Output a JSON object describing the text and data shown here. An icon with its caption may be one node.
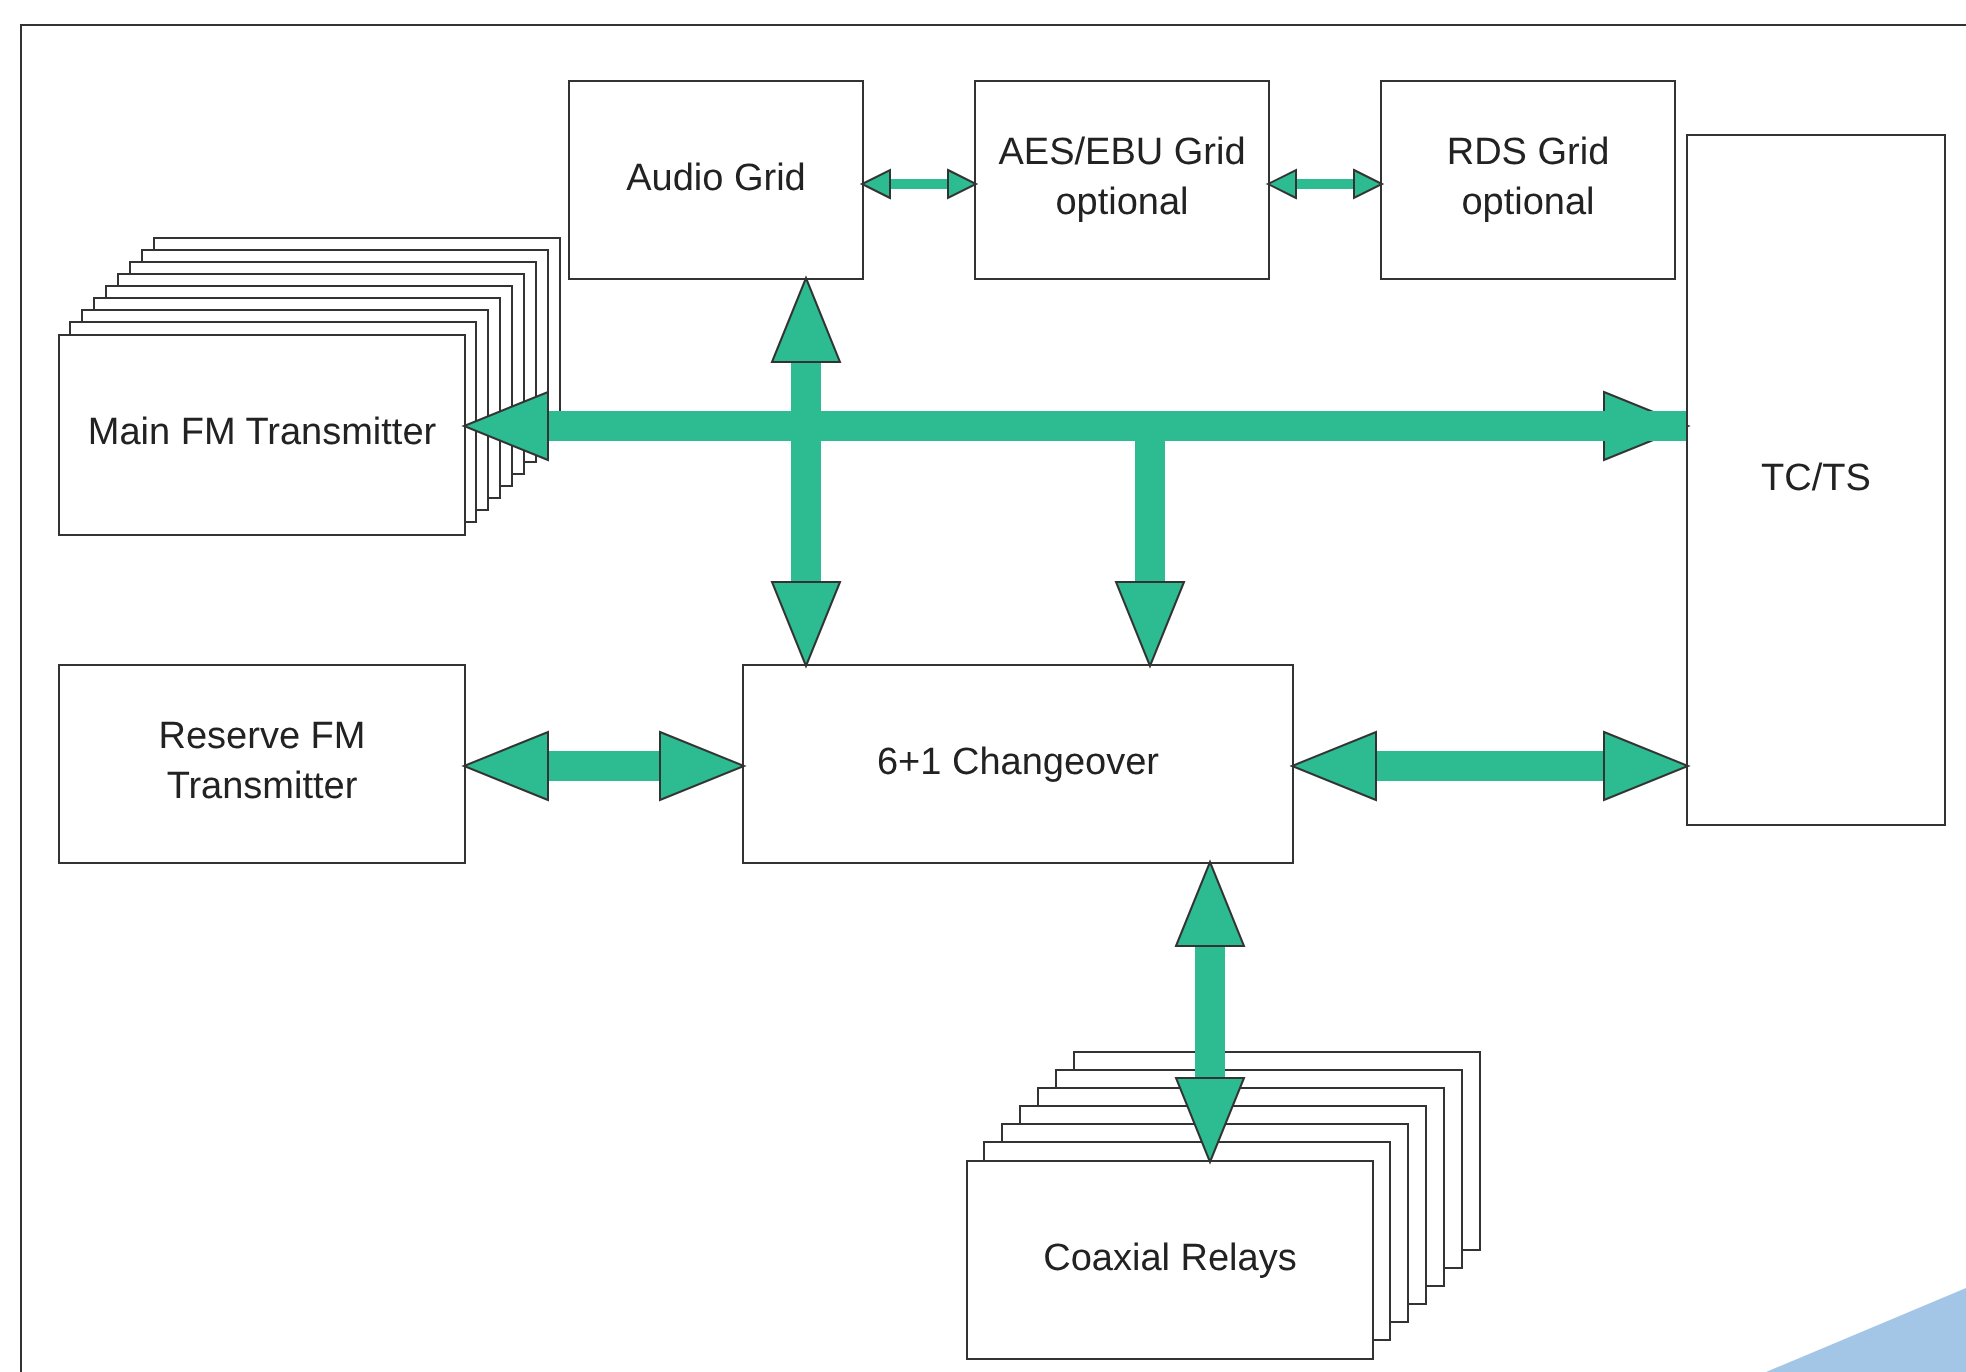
{
  "diagram": {
    "nodes": [
      {
        "text": [
          "Audio Grid"
        ]
      },
      {
        "text": [
          "AES/EBU Grid optional"
        ]
      },
      {
        "text": [
          "RDS Grid optional"
        ]
      },
      {
        "text": [
          "Main FM Transmitter"
        ]
      },
      {
        "text": [
          "TC/TS"
        ]
      },
      {
        "text": [
          "Reserve FM Transmitter"
        ]
      },
      {
        "text": [
          "6+1 Changeover"
        ]
      },
      {
        "text": [
          "Coaxial Relays"
        ]
      }
    ],
    "edges": [
      {
        "from": 0,
        "to": 1,
        "arrow": "both"
      },
      {
        "from": 1,
        "to": 2,
        "arrow": "both"
      },
      {
        "from": 3,
        "to": 4,
        "arrow": "both"
      },
      {
        "from": 0,
        "to": 6,
        "arrow": "both"
      },
      {
        "from": 4,
        "to": 6,
        "arrow": "to"
      },
      {
        "from": 5,
        "to": 6,
        "arrow": "both"
      },
      {
        "from": 6,
        "to": 4,
        "arrow": "both"
      },
      {
        "from": 6,
        "to": 7,
        "arrow": "both"
      }
    ]
  }
}
